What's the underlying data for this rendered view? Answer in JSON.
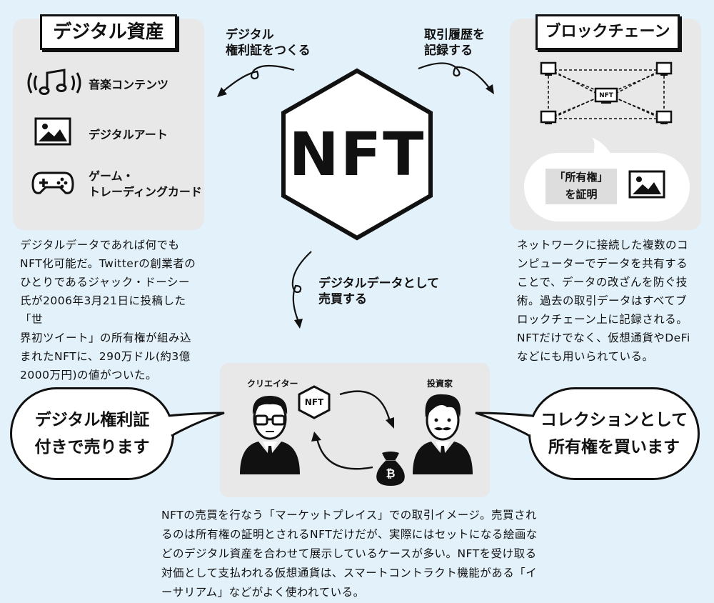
{
  "assets": {
    "title": "デジタル資産",
    "items": [
      {
        "label": "音楽コンテンツ",
        "icon": "music-icon"
      },
      {
        "label": "デジタルアート",
        "icon": "image-icon"
      },
      {
        "label": "ゲーム・",
        "label2": "トレーディングカード",
        "icon": "game-controller-icon"
      }
    ],
    "caption": [
      "デジタルデータであれば何でも",
      "NFT化可能だ。Twitterの創業者の",
      "ひとりであるジャック・ドーシー",
      "氏が2006年3月21日に投稿した「世",
      "界初ツイート」の所有権が組み込",
      "まれたNFTに、290万ドル(約3億",
      "2000万円)の値がついた。"
    ]
  },
  "center": {
    "label": "NFT",
    "arrow_left": [
      "デジタル",
      "権利証をつくる"
    ],
    "arrow_right": [
      "取引履歴を",
      "記録する"
    ],
    "arrow_down": [
      "デジタルデータとして",
      "売買する"
    ]
  },
  "blockchain": {
    "title": "ブロックチェーン",
    "node_label": "NFT",
    "proof": [
      "「所有権」",
      "を証明"
    ],
    "caption": [
      "ネットワークに接続した複数のコ",
      "ンピューターでデータを共有する",
      "ことで、データの改ざんを防ぐ技",
      "術。過去の取引データはすべてブ",
      "ロックチェーン上に記録される。",
      "NFTだけでなく、仮想通貨やDeFi",
      "などにも用いられている。"
    ]
  },
  "market": {
    "creator": "クリエイター",
    "investor": "投資家",
    "nft_badge": "NFT",
    "coin_symbol": "₿",
    "left_speech": [
      "デジタル権利証",
      "付きで売ります"
    ],
    "right_speech": [
      "コレクションとして",
      "所有権を買います"
    ],
    "caption": [
      "NFTの売買を行なう「マーケットプレイス」での取引イメージ。売買され",
      "るのは所有権の証明とされるNFTだけだが、実際にはセットになる絵画な",
      "どのデジタル資産を合わせて展示しているケースが多い。NFTを受け取る",
      "対価として支払われる仮想通貨は、スマートコントラクト機能がある「イ",
      "ーサリアム」などがよく使われている。"
    ]
  }
}
